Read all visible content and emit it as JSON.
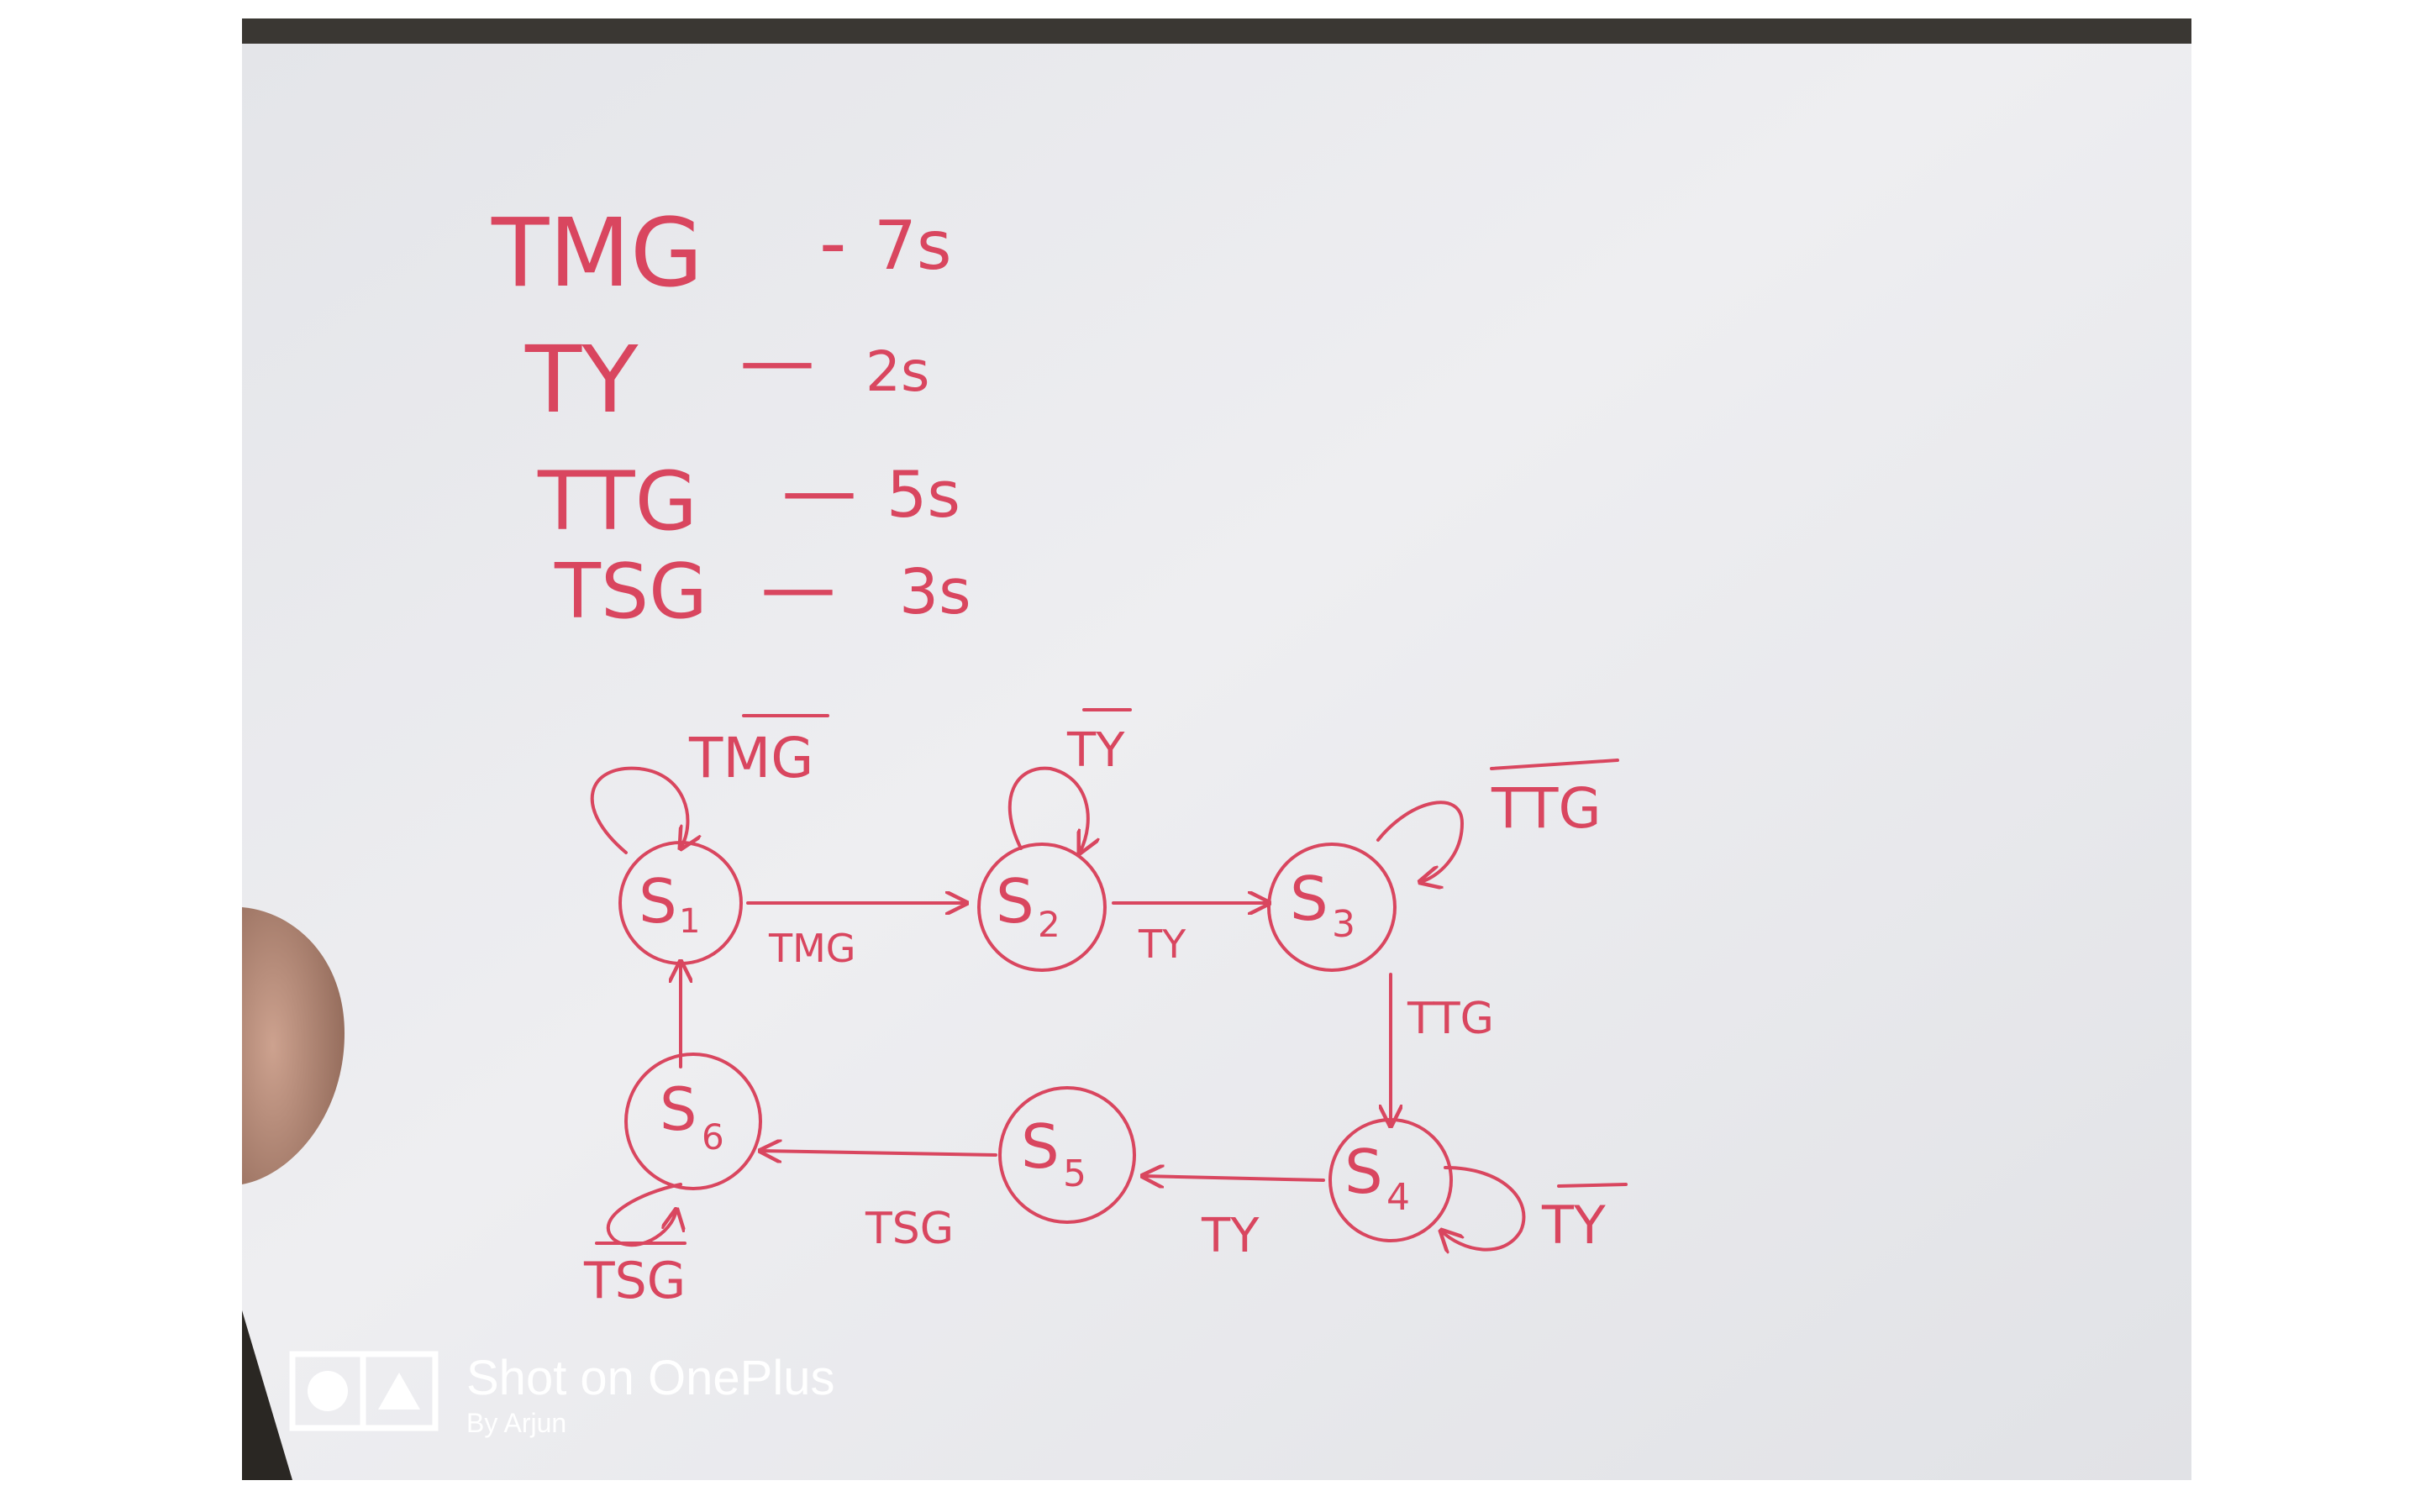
{
  "notes": [
    {
      "signal": "TMG",
      "value": "7s"
    },
    {
      "signal": "TY",
      "value": "2s"
    },
    {
      "signal": "TTG",
      "value": "5s"
    },
    {
      "signal": "TSG",
      "value": "3s"
    }
  ],
  "states": {
    "s1": {
      "letter": "S",
      "index": "1"
    },
    "s2": {
      "letter": "S",
      "index": "2"
    },
    "s3": {
      "letter": "S",
      "index": "3"
    },
    "s4": {
      "letter": "S",
      "index": "4"
    },
    "s5": {
      "letter": "S",
      "index": "5"
    },
    "s6": {
      "letter": "S",
      "index": "6"
    }
  },
  "transitions": {
    "s1_s2": "TMG",
    "s2_s3": "TY",
    "s3_s4": "TTG",
    "s4_s5": "TY",
    "s5_s6": "TSG",
    "s6_s1": ""
  },
  "self_loops": {
    "s1": "TMG",
    "s2": "TY",
    "s3": "TTG",
    "s4": "TY",
    "s6": "TSG"
  },
  "watermark": {
    "title": "Shot on OnePlus",
    "byline": "By Arjun"
  },
  "colors": {
    "ink": "#d9465f",
    "paper": "#e9eaee",
    "background_dark": "#2a2723",
    "finger": "#b58a78"
  }
}
